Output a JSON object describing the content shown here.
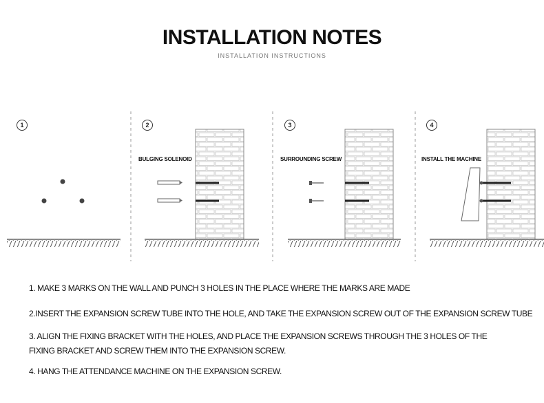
{
  "header": {
    "title": "INSTALLATION NOTES",
    "subtitle": "INSTALLATION INSTRUCTIONS"
  },
  "steps": [
    {
      "number": "1",
      "callout": ""
    },
    {
      "number": "2",
      "callout": "BULGING SOLENOID"
    },
    {
      "number": "3",
      "callout": "SURROUNDING SCREW"
    },
    {
      "number": "4",
      "callout": "INSTALL THE MACHINE"
    }
  ],
  "notes": [
    "1. MAKE 3 MARKS ON THE WALL AND PUNCH 3 HOLES IN THE PLACE WHERE THE MARKS ARE MADE",
    "2.INSERT THE EXPANSION SCREW TUBE INTO THE HOLE, AND TAKE THE EXPANSION SCREW OUT OF THE EXPANSION SCREW TUBE",
    "3. ALIGN THE FIXING BRACKET WITH THE HOLES, AND PLACE THE EXPANSION SCREWS THROUGH THE 3 HOLES OF THE FIXING BRACKET AND SCREW THEM INTO THE EXPANSION SCREW.",
    "4. HANG THE ATTENDANCE MACHINE ON THE EXPANSION SCREW."
  ]
}
